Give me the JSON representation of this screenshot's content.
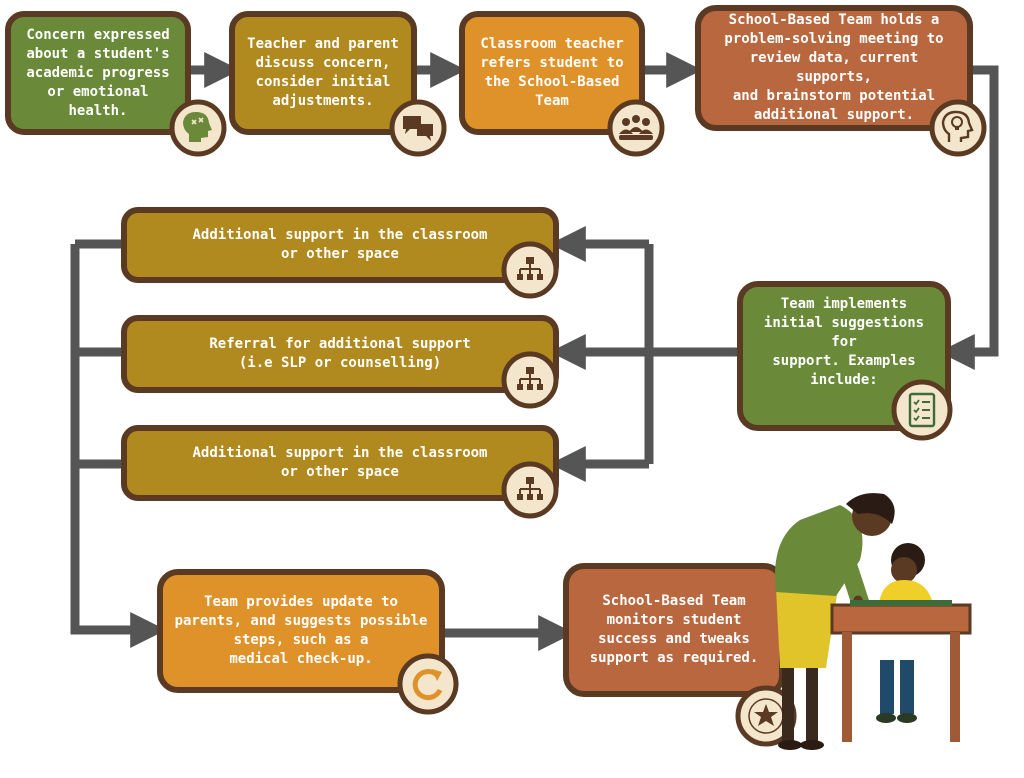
{
  "colors": {
    "green": "#6a8a3a",
    "mustard": "#b0891f",
    "orange": "#e0922a",
    "rust": "#b8673f",
    "border": "#5a3a22",
    "arrow": "#555555",
    "icon_fill": "#f3e6cc"
  },
  "steps": {
    "concern": "Concern expressed\nabout a student's\nacademic progress\nor emotional health.",
    "discuss": "Teacher and parent\ndiscuss concern,\nconsider initial\nadjustments.",
    "refer": "Classroom teacher\nrefers student to\nthe School-Based\nTeam",
    "meeting": "School-Based Team holds a\nproblem-solving meeting to\nreview data, current supports,\nand brainstorm potential\nadditional support.",
    "implement": "Team implements\ninitial suggestions for\nsupport. Examples\ninclude:",
    "support_1": "Additional support in the classroom\nor other space",
    "referral": "Referral for additional support\n(i.e SLP or counselling)",
    "support_2": "Additional support in the classroom\nor other space",
    "update": "Team provides update to\nparents, and suggests possible\nsteps, such as a\nmedical check-up.",
    "monitor": "School-Based Team\nmonitors student\nsuccess and tweaks\nsupport as required."
  },
  "icons": {
    "concern": "head-with-thoughts-icon",
    "discuss": "chat-bubbles-icon",
    "refer": "group-meeting-icon",
    "meeting": "head-lightbulb-icon",
    "implement": "checklist-icon",
    "support_1": "hierarchy-icon",
    "referral": "hierarchy-icon",
    "support_2": "hierarchy-icon",
    "update": "refresh-icon",
    "monitor": "compass-star-icon"
  }
}
